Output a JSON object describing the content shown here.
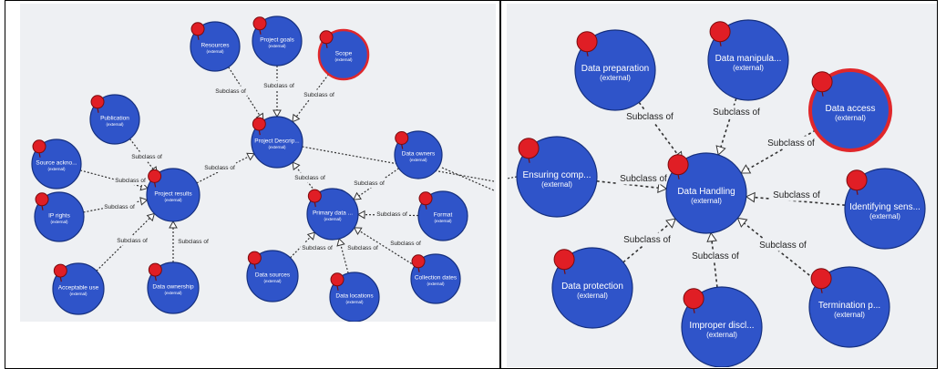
{
  "colors": {
    "node_fill": "#2f54c9",
    "node_stroke": "#16307f",
    "highlight_stroke": "#e0272b",
    "marker": "#e01e25",
    "edge": "#333333"
  },
  "edge_label": "Subclass of",
  "left_diagram": {
    "nodes": [
      {
        "name": "Resources",
        "sub": "(external)"
      },
      {
        "name": "Project goals",
        "sub": "(external)"
      },
      {
        "name": "Scope",
        "sub": "(external)"
      },
      {
        "name": "Project Descrip...",
        "sub": "(external)"
      },
      {
        "name": "Publication",
        "sub": "(external)"
      },
      {
        "name": "Source ackno...",
        "sub": "(external)"
      },
      {
        "name": "Project results",
        "sub": "(external)"
      },
      {
        "name": "IP rights",
        "sub": "(external)"
      },
      {
        "name": "Acceptable use",
        "sub": "(external)"
      },
      {
        "name": "Data ownership",
        "sub": "(external)"
      },
      {
        "name": "Data owners",
        "sub": "(external)"
      },
      {
        "name": "Primary data ...",
        "sub": "(external)"
      },
      {
        "name": "Format",
        "sub": "(external)"
      },
      {
        "name": "Data sources",
        "sub": "(external)"
      },
      {
        "name": "Data locations",
        "sub": "(external)"
      },
      {
        "name": "Collection dates",
        "sub": "(external)"
      }
    ]
  },
  "right_diagram": {
    "nodes": [
      {
        "name": "Data preparation",
        "sub": "(external)"
      },
      {
        "name": "Data manipula...",
        "sub": "(external)"
      },
      {
        "name": "Data access",
        "sub": "(external)"
      },
      {
        "name": "Ensuring comp...",
        "sub": "(external)"
      },
      {
        "name": "Data Handling",
        "sub": "(external)"
      },
      {
        "name": "Identifying sens...",
        "sub": "(external)"
      },
      {
        "name": "Data protection",
        "sub": "(external)"
      },
      {
        "name": "Improper discl...",
        "sub": "(external)"
      },
      {
        "name": "Termination p...",
        "sub": "(external)"
      }
    ]
  }
}
